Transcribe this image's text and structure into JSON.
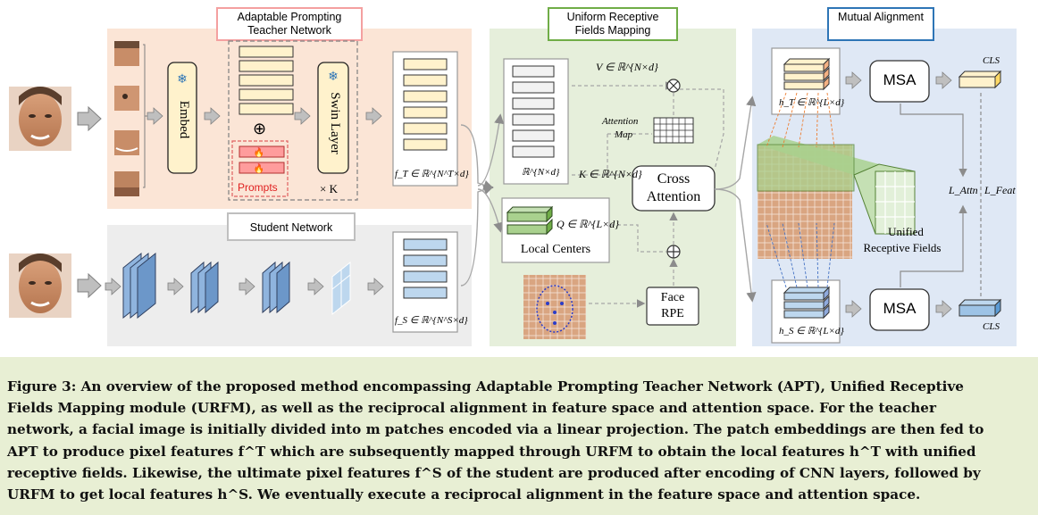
{
  "titles": {
    "apt": "Adaptable Prompting Teacher Network",
    "urfm": "Uniform Receptive Fields Mapping",
    "mutual": "Mutual Alignment",
    "student": "Student Network"
  },
  "teacher": {
    "embed": "Embed",
    "swin": "Swin Layer",
    "repeat": "× K",
    "plus": "⊕",
    "prompts": "Prompts",
    "feature": "f_T ∈ ℝ^{N^T×d}"
  },
  "student": {
    "feature": "f_S ∈ ℝ^{N^S×d}"
  },
  "urfm": {
    "v": "V ∈ ℝ^{N×d}",
    "k": "K ∈ ℝ^{N×d}",
    "q": "Q ∈ ℝ^{L×d}",
    "rnd": "ℝ^{N×d}",
    "attn_map": [
      "Attention",
      "Map"
    ],
    "cross": [
      "Cross",
      "Attention"
    ],
    "local": "Local Centers",
    "face_rpe": [
      "Face",
      "RPE"
    ],
    "otimes": "⊗",
    "oplus": "⊕"
  },
  "mutual": {
    "msa": "MSA",
    "cls": "CLS",
    "hT": "h_T ∈ ℝ^{L×d}",
    "hS": "h_S ∈ ℝ^{L×d}",
    "l_attn": "L_Attn",
    "l_feat": "L_Feat",
    "unified": [
      "Unified",
      "Receptive Fields"
    ]
  },
  "caption_lines": [
    "Figure 3: An overview of the proposed method encompassing Adaptable Prompting Teacher Network (APT), Unified Receptive",
    "Fields Mapping module (URFM), as well as the reciprocal alignment in feature space and attention space. For the teacher",
    "network, a facial image is initially divided into m patches encoded via a linear projection. The patch embeddings are then fed to",
    "APT to produce pixel features f^T which are subsequently mapped through URFM to obtain the local features h^T with unified",
    "receptive fields. Likewise, the ultimate pixel features f^S of the student are produced after encoding of CNN layers, followed by",
    "URFM to get local features h^S. We eventually execute a reciprocal alignment in the feature space and attention space."
  ],
  "colors": {
    "teacher_bg": "#fbe5d6",
    "student_bg": "#ededed",
    "urfm_bg": "#e6efdb",
    "mutual_bg": "#dfe8f5",
    "yellow_block": "#fff2cc",
    "blue_block": "#bdd7ee",
    "green_block": "#a9d18e",
    "apt_border": "#f4a0a0",
    "urfm_border": "#70ad47",
    "mutual_border": "#2e75b6",
    "prompt_red": "#ff9c9c"
  }
}
